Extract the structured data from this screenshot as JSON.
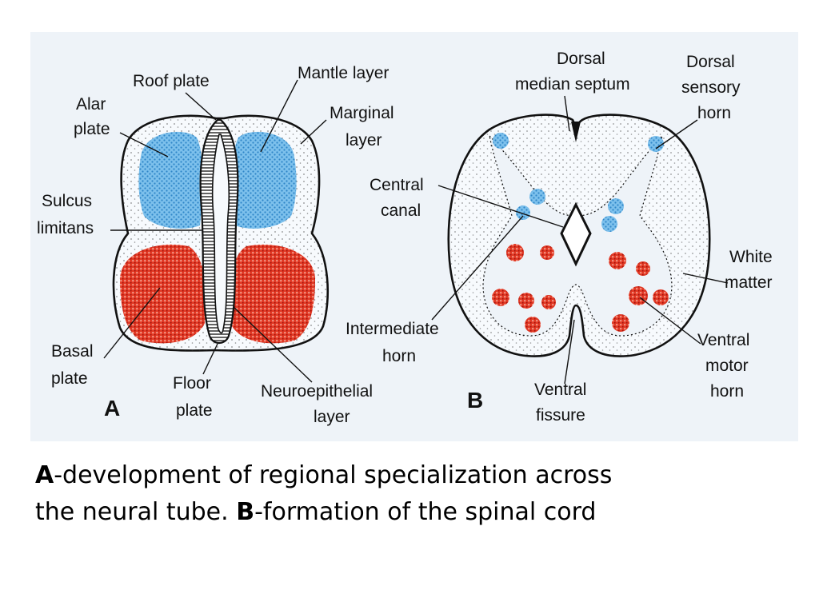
{
  "colors": {
    "background": "#ffffff",
    "panel_background": "#eef3f8",
    "tissue_fill": "#f7fafd",
    "alar_blue": "#5fb0e6",
    "basal_red": "#e0291c",
    "outline": "#111111"
  },
  "panel_a": {
    "letter": "A",
    "labels": {
      "roof_plate": "Roof plate",
      "mantle_layer": "Mantle layer",
      "alar_plate": [
        "Alar",
        "plate"
      ],
      "marginal_layer": [
        "Marginal",
        "layer"
      ],
      "sulcus_limitans": [
        "Sulcus",
        "limitans"
      ],
      "basal_plate": [
        "Basal",
        "plate"
      ],
      "floor_plate": [
        "Floor",
        "plate"
      ],
      "neuroepithelial_layer": [
        "Neuroepithelial",
        "layer"
      ]
    }
  },
  "panel_b": {
    "letter": "B",
    "labels": {
      "dorsal_median_septum": [
        "Dorsal",
        "median septum"
      ],
      "dorsal_sensory_horn": [
        "Dorsal",
        "sensory",
        "horn"
      ],
      "central_canal": [
        "Central",
        "canal"
      ],
      "white_matter": [
        "White",
        "matter"
      ],
      "intermediate_horn": [
        "Intermediate",
        "horn"
      ],
      "ventral_motor_horn": [
        "Ventral",
        "motor",
        "horn"
      ],
      "ventral_fissure": [
        "Ventral",
        "fissure"
      ]
    }
  },
  "caption": {
    "line1_bold": "A",
    "line1_text": "-development of regional specialization across",
    "line2_text": "the neural tube. ",
    "line2_bold": "B",
    "line2_tail": "-formation of the spinal cord"
  }
}
